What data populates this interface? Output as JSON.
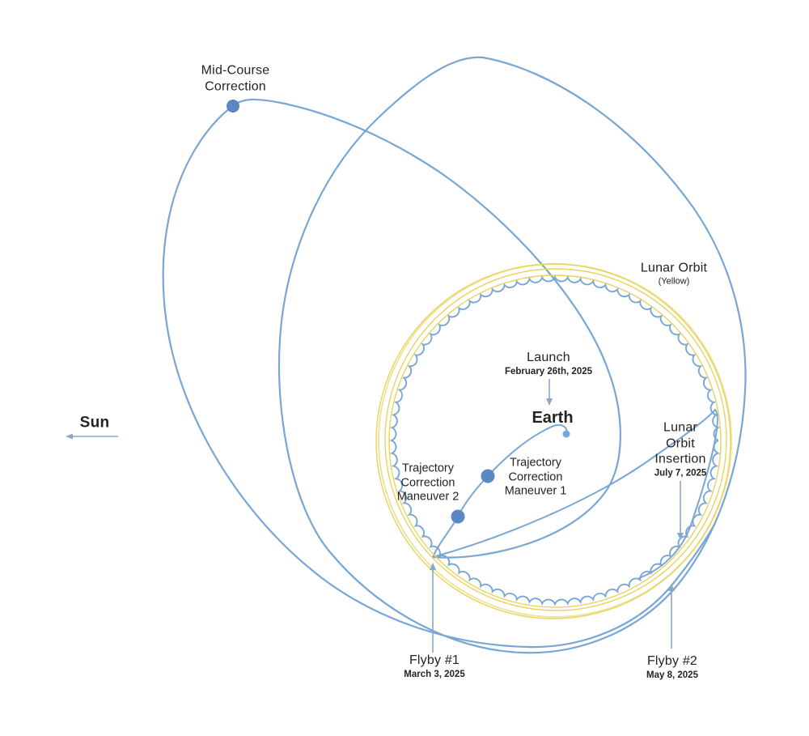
{
  "diagram": {
    "subject": "Spacecraft translunar trajectory diagram with Earth, Sun direction and lunar orbit phases"
  },
  "colors": {
    "trajectory_blue": "#79a6d4",
    "maneuver_dot_blue": "#5b87c2",
    "earth_dot_blue": "#70a8d8",
    "lunar_orbit_yellow": "#e8d35e",
    "lunar_orbit_yellow_light": "#f0e49c",
    "arrow_blue": "#8aa7c6",
    "text_dark": "#232323"
  },
  "labels": {
    "sun": "Sun",
    "mid_course_correction": {
      "line1": "Mid-Course",
      "line2": "Correction"
    },
    "lunar_orbit": {
      "title": "Lunar Orbit",
      "subtitle": "(Yellow)"
    },
    "launch": {
      "title": "Launch",
      "date": "February 26th, 2025"
    },
    "earth": "Earth",
    "tcm1": {
      "line1": "Trajectory",
      "line2": "Correction",
      "line3": "Maneuver 1"
    },
    "tcm2": {
      "line1": "Trajectory",
      "line2": "Correction",
      "line3": "Maneuver 2"
    },
    "lunar_orbit_insertion": {
      "line1": "Lunar",
      "line2": "Orbit",
      "line3": "Insertion",
      "date": "July 7, 2025"
    },
    "flyby1": {
      "title": "Flyby #1",
      "date": "March 3, 2025"
    },
    "flyby2": {
      "title": "Flyby #2",
      "date": "May 8, 2025"
    }
  }
}
